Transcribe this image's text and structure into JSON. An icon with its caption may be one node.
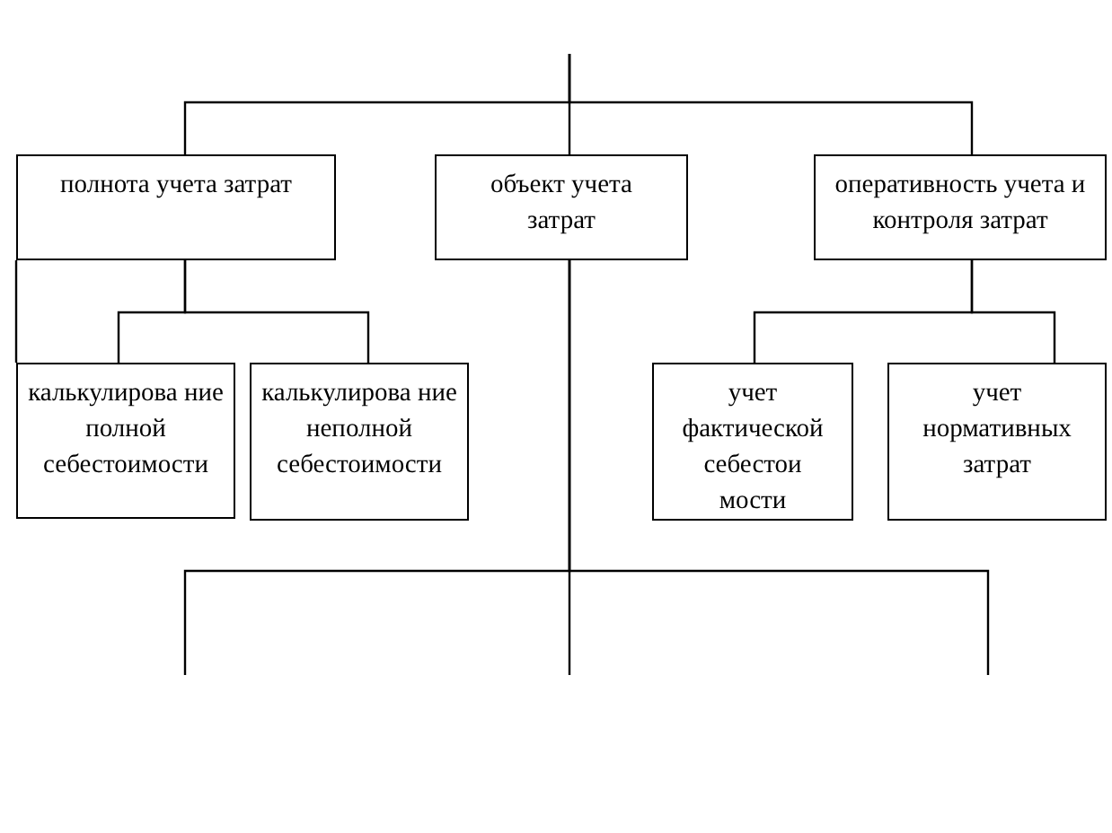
{
  "diagram": {
    "nodes": [
      {
        "text": [
          "полнота учета затрат"
        ]
      },
      {
        "text": [
          "объект учета затрат"
        ]
      },
      {
        "text": [
          "оперативность учета и контроля затрат"
        ]
      },
      {
        "text": [
          "калькулирова ние полной себестоимости"
        ]
      },
      {
        "text": [
          "калькулирова ние неполной себестоимости"
        ]
      },
      {
        "text": [
          "учет фактической себестои мости"
        ]
      },
      {
        "text": [
          "учет нормативных затрат"
        ]
      }
    ],
    "edges": [
      {
        "from": null,
        "to": 0,
        "arrow": "none"
      },
      {
        "from": null,
        "to": 1,
        "arrow": "none"
      },
      {
        "from": null,
        "to": 2,
        "arrow": "none"
      },
      {
        "from": 0,
        "to": 3,
        "arrow": "none"
      },
      {
        "from": 0,
        "to": 4,
        "arrow": "none"
      },
      {
        "from": 0,
        "to": 3,
        "arrow": "none"
      },
      {
        "from": 2,
        "to": 5,
        "arrow": "none"
      },
      {
        "from": 2,
        "to": 6,
        "arrow": "none"
      },
      {
        "from": 1,
        "to": null,
        "arrow": "none"
      },
      {
        "from": 1,
        "to": null,
        "arrow": "none"
      },
      {
        "from": 1,
        "to": null,
        "arrow": "none"
      }
    ]
  }
}
